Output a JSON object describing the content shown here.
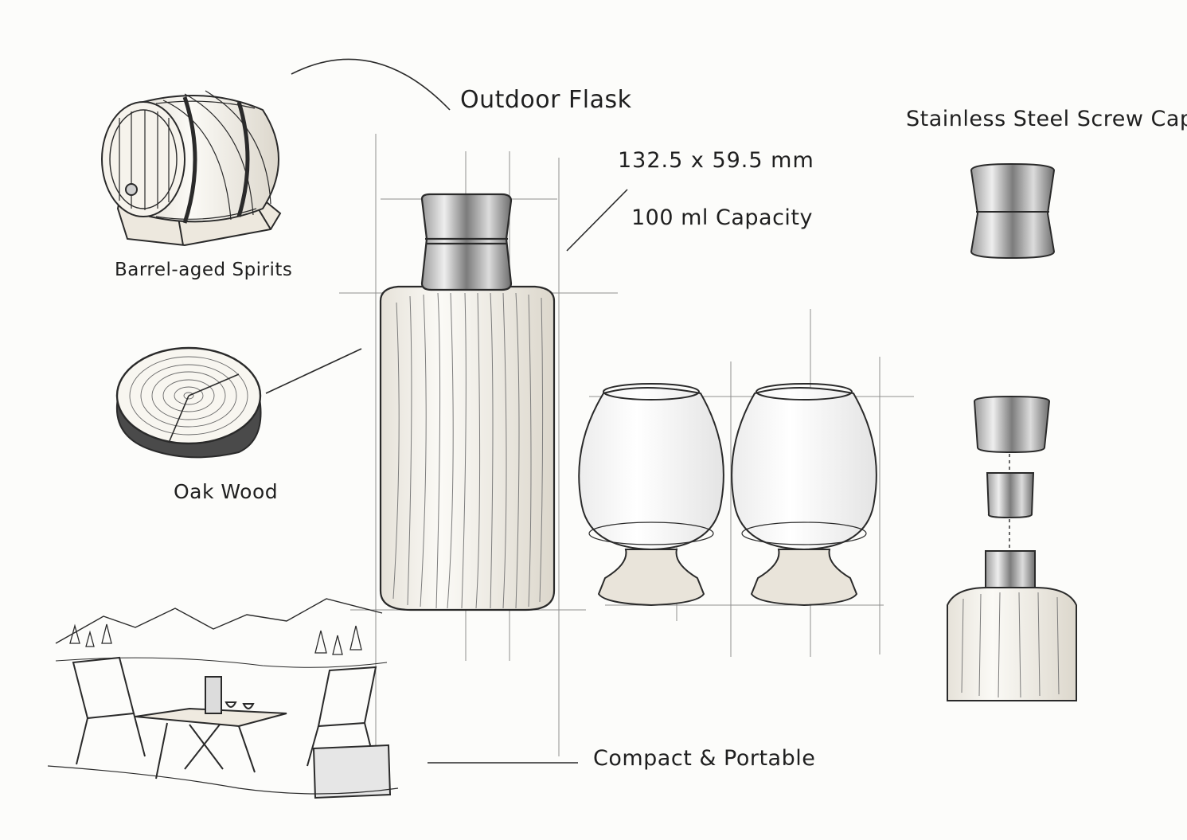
{
  "labels": {
    "title": "Outdoor Flask",
    "dimensions": "132.5 x 59.5 mm",
    "capacity": "100 ml Capacity",
    "screw_cap": "Stainless Steel Screw Cap",
    "barrel": "Barrel-aged Spirits",
    "oak": "Oak Wood",
    "portable": "Compact & Portable"
  },
  "colors": {
    "ink": "#2a2a2a",
    "guide": "#8a8a8a",
    "paper": "#fcfcfa",
    "wood_fill": "#f4f1ea",
    "steel_fill": "#d9d9d9"
  }
}
